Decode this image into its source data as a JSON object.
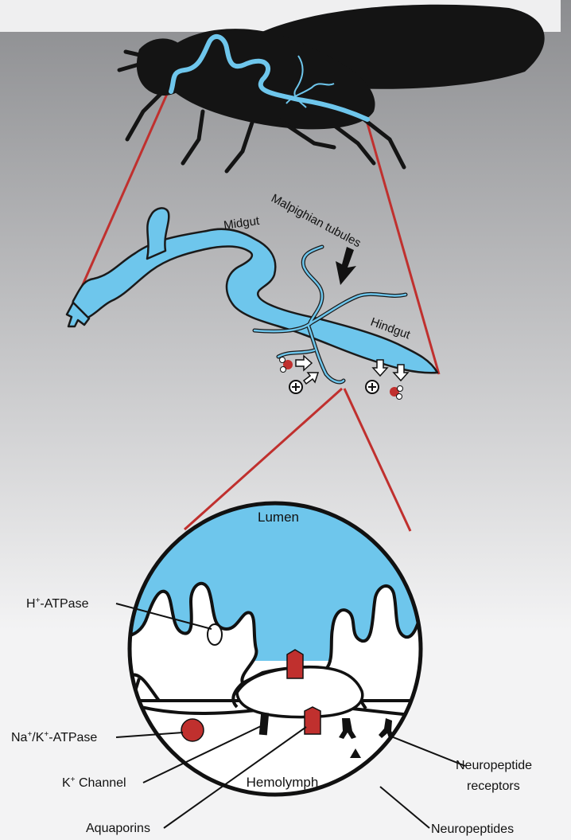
{
  "colors": {
    "background_top": "#8c8d90",
    "background_bottom": "#f3f3f4",
    "header_band": "#efeff0",
    "gut_blue": "#6ec6ec",
    "outline": "#1a1a1a",
    "zoom_lines": "#c0302e",
    "protein_red": "#c0302e"
  },
  "labels": {
    "midgut": "Midgut",
    "malpighian_tubules": "Malpighian tubules",
    "hindgut": "Hindgut",
    "lumen": "Lumen",
    "hemolymph": "Hemolymph",
    "h_atpase_main": "H",
    "h_atpase_sup": "+",
    "h_atpase_rest": "-ATPase",
    "na_k_na": "Na",
    "na_k_sup1": "+",
    "na_k_mid": "/K",
    "na_k_sup2": "+",
    "na_k_rest": "-ATPase",
    "k_channel_main": "K",
    "k_channel_sup": "+",
    "k_channel_rest": " Channel",
    "aquaporins": "Aquaporins",
    "neuropeptide_receptors_line1": "Neuropeptide",
    "neuropeptide_receptors_line2": "receptors",
    "neuropeptides": "Neuropeptides"
  },
  "icons": {
    "cation": "circled-plus-icon",
    "water": "water-molecule-icon",
    "flow_arrow": "hollow-arrow-icon",
    "pointer": "black-arrow-icon",
    "neuropeptide": "triangle-icon"
  }
}
